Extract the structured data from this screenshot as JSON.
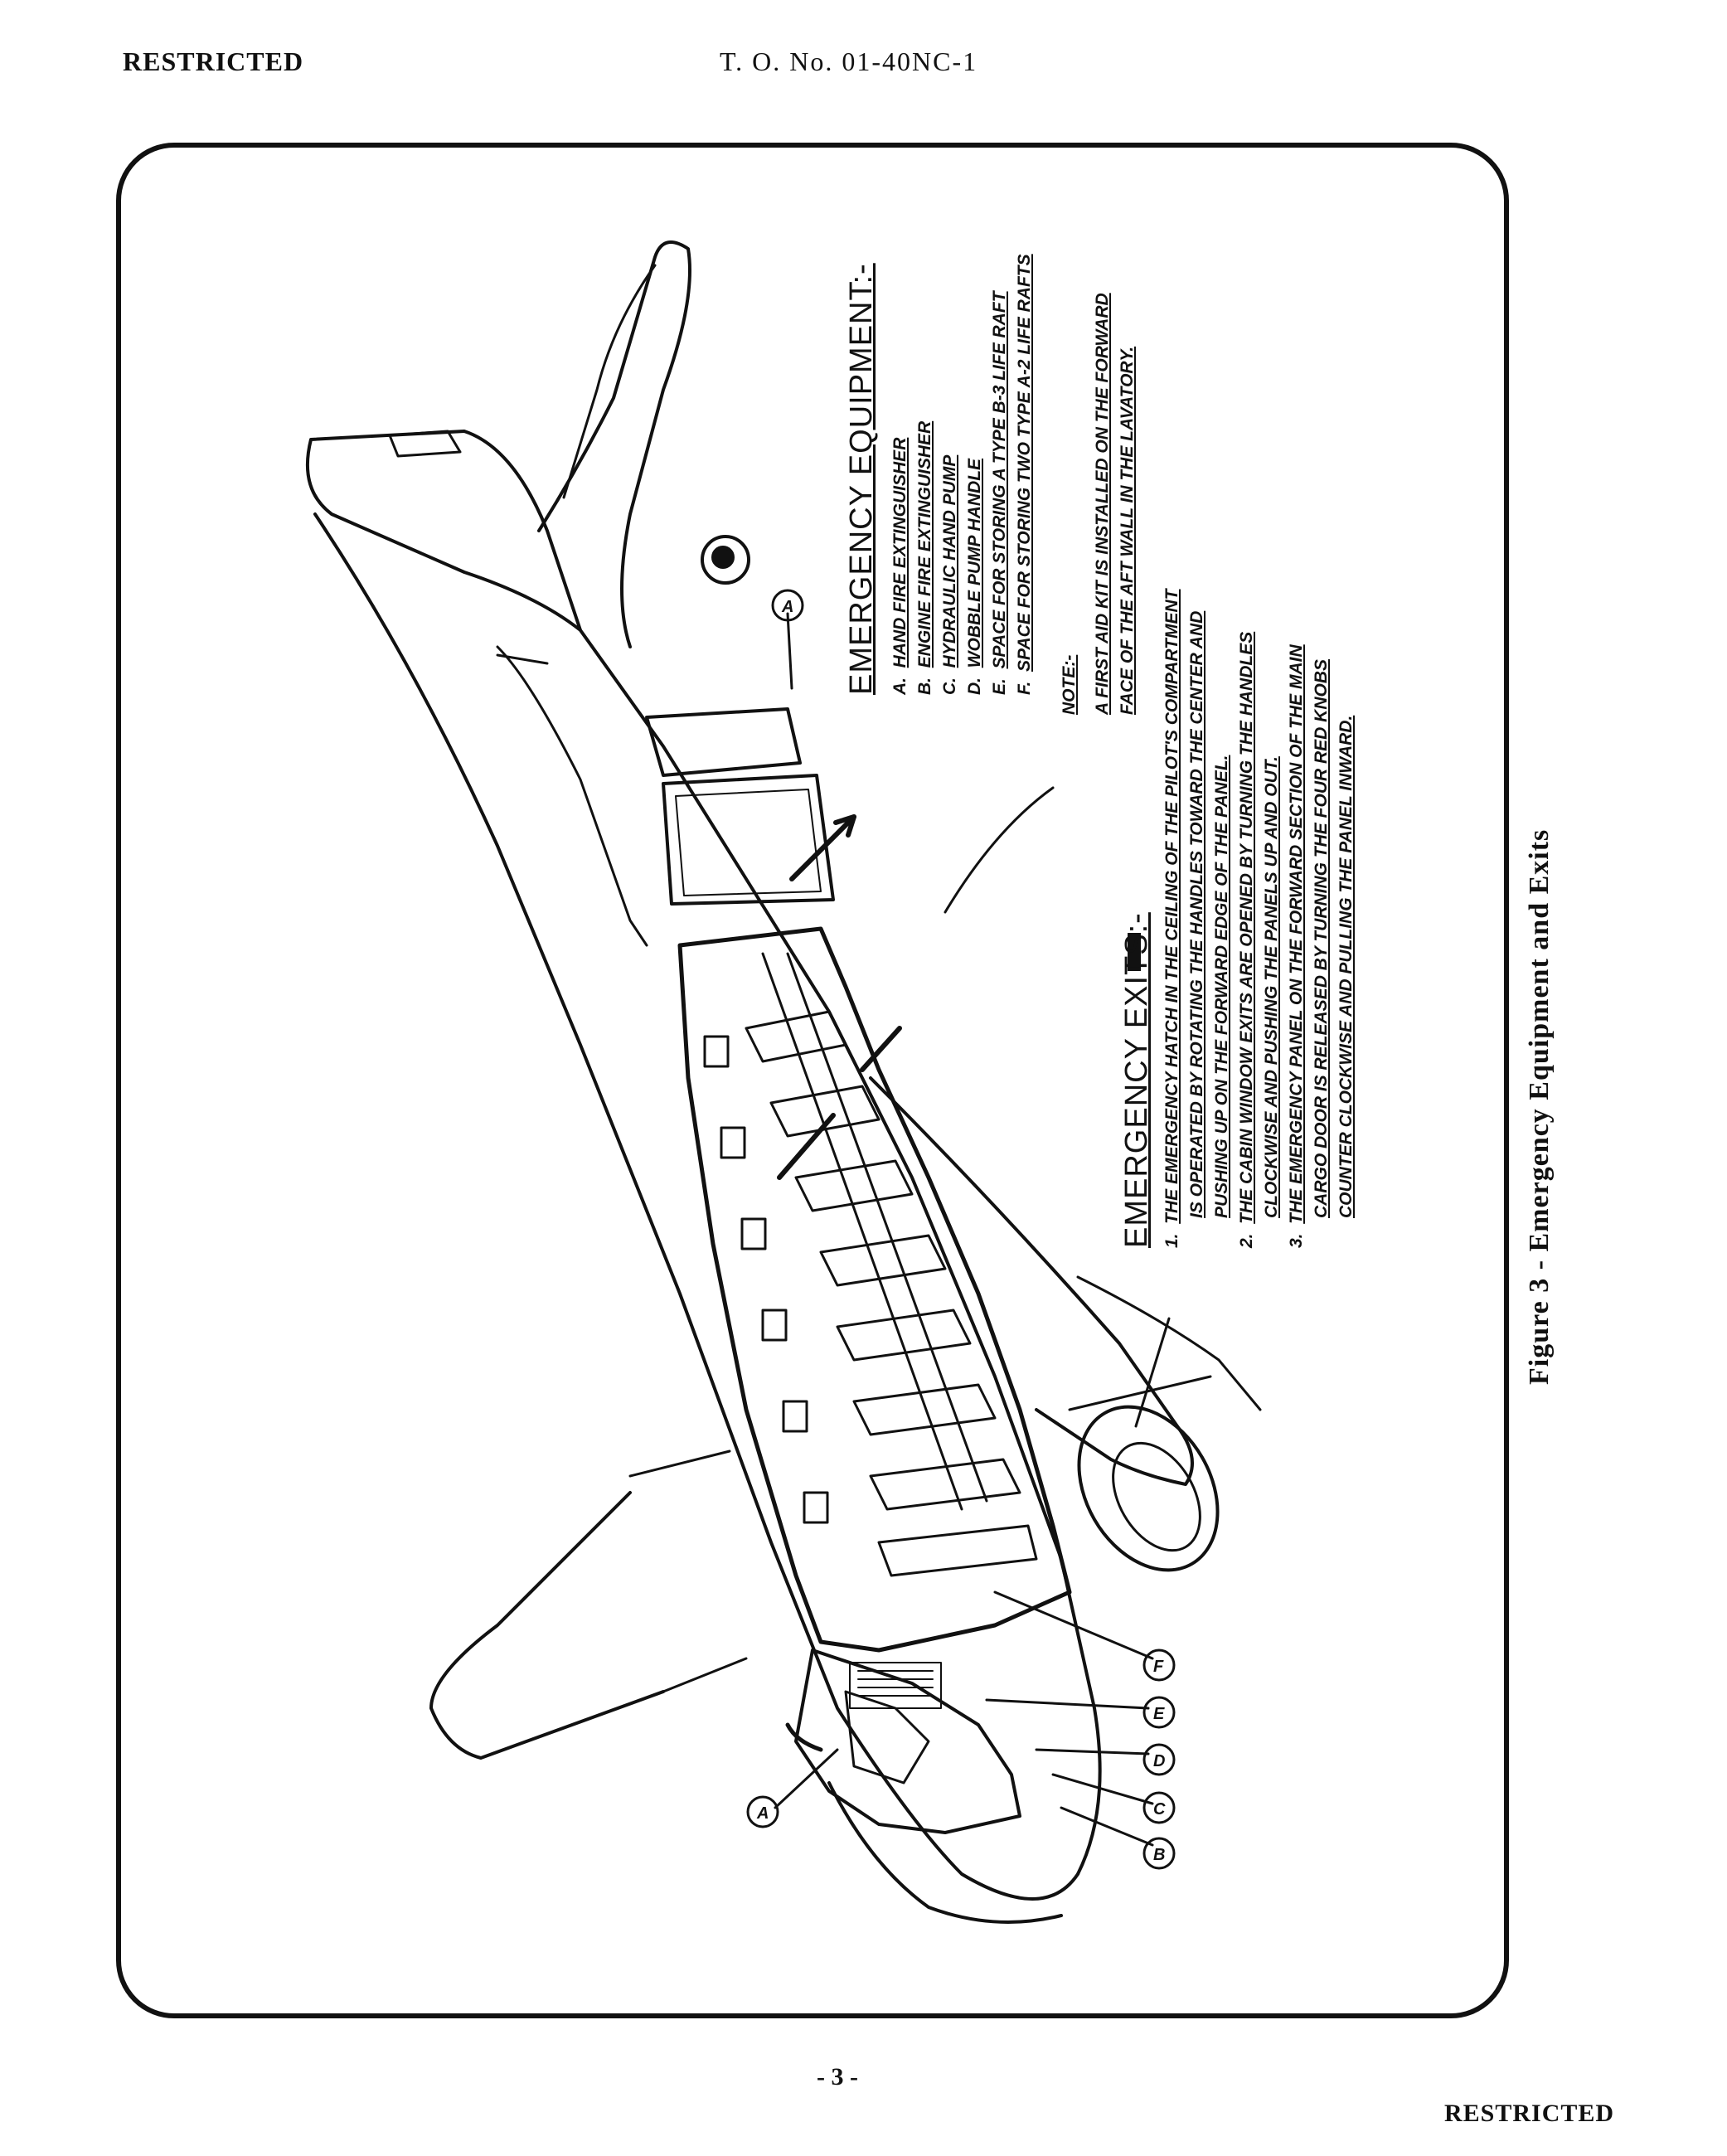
{
  "header": {
    "left": "RESTRICTED",
    "center": "T. O. No. 01-40NC-1"
  },
  "equipment": {
    "title": "EMERGENCY EQUIPMENT:-",
    "items": [
      {
        "letter": "A.",
        "text": "HAND FIRE EXTINGUISHER"
      },
      {
        "letter": "B.",
        "text": "ENGINE FIRE EXTINGUISHER"
      },
      {
        "letter": "C.",
        "text": "HYDRAULIC HAND PUMP"
      },
      {
        "letter": "D.",
        "text": "WOBBLE PUMP HANDLE"
      },
      {
        "letter": "E.",
        "text": "SPACE FOR STORING A TYPE B-3 LIFE RAFT"
      },
      {
        "letter": "F.",
        "text": "SPACE FOR STORING TWO TYPE A-2 LIFE RAFTS"
      }
    ]
  },
  "note": {
    "title": "NOTE:-",
    "lines": [
      "A FIRST AID KIT IS INSTALLED ON THE FORWARD",
      "FACE OF THE AFT WALL IN THE LAVATORY."
    ]
  },
  "exits": {
    "title": "EMERGENCY EXITS:-",
    "lines": [
      {
        "num": "1.",
        "text": "THE EMERGENCY HATCH IN THE CEILING OF THE PILOT'S COMPARTMENT"
      },
      {
        "num": "",
        "text": "IS OPERATED BY ROTATING THE HANDLES TOWARD THE CENTER AND"
      },
      {
        "num": "",
        "text": "PUSHING UP ON THE FORWARD EDGE OF THE PANEL."
      },
      {
        "num": "2.",
        "text": "THE CABIN WINDOW EXITS ARE OPENED BY TURNING THE HANDLES"
      },
      {
        "num": "",
        "text": "CLOCKWISE AND PUSHING THE PANELS UP AND OUT."
      },
      {
        "num": "3.",
        "text": "THE EMERGENCY PANEL ON THE FORWARD SECTION OF THE MAIN"
      },
      {
        "num": "",
        "text": "CARGO DOOR IS RELEASED BY TURNING THE FOUR RED KNOBS"
      },
      {
        "num": "",
        "text": "COUNTER CLOCKWISE AND PULLING THE PANEL INWARD."
      }
    ]
  },
  "callouts": {
    "a_tail": "A",
    "a_nose": "A",
    "b": "B",
    "c": "C",
    "d": "D",
    "e": "E",
    "f": "F"
  },
  "caption": "Figure 3 - Emergency Equipment and Exits",
  "page_number": "- 3 -",
  "footer": "RESTRICTED"
}
